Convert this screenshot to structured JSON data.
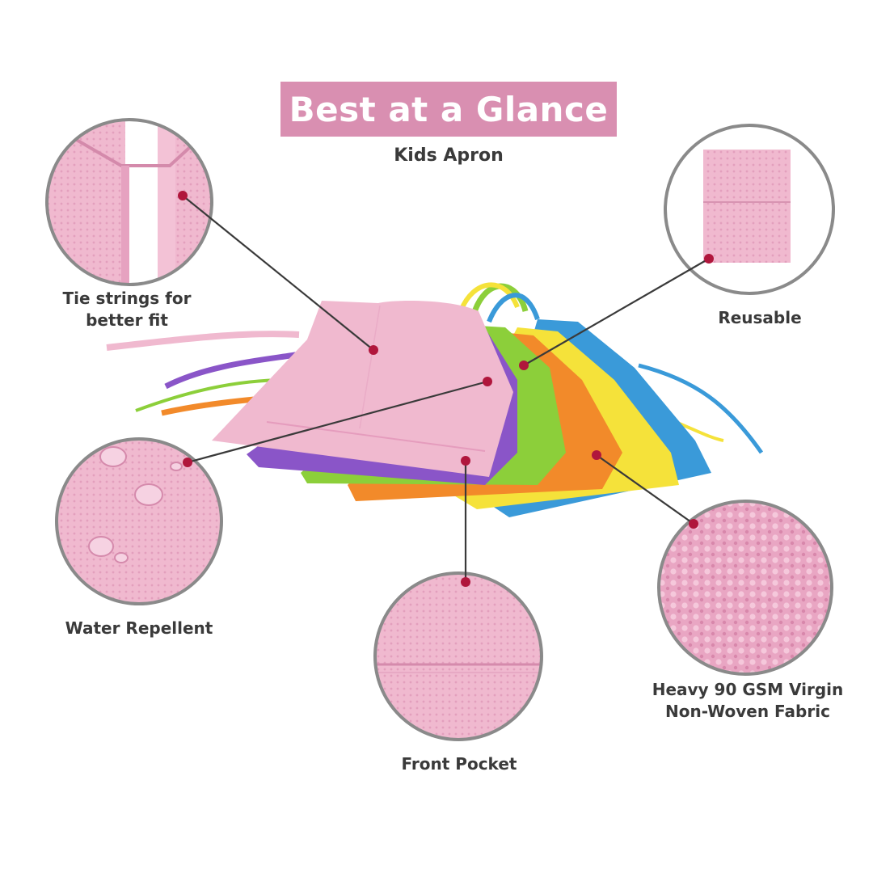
{
  "title": "Best at a Glance",
  "subtitle": "Kids Apron",
  "features": {
    "tie_strings": [
      "Tie strings for",
      "better fit"
    ],
    "reusable": "Reusable",
    "water_repellent": "Water Repellent",
    "front_pocket": "Front Pocket",
    "fabric": [
      "Heavy 90 GSM Virgin",
      "Non-Woven Fabric"
    ]
  },
  "colors": {
    "brand_pink": "#d98fb1",
    "apron_pink": "#f0b9cf",
    "marker_red": "#b0163c",
    "circle_border": "#8a8a8a",
    "text_dark": "#3a3a3a"
  }
}
